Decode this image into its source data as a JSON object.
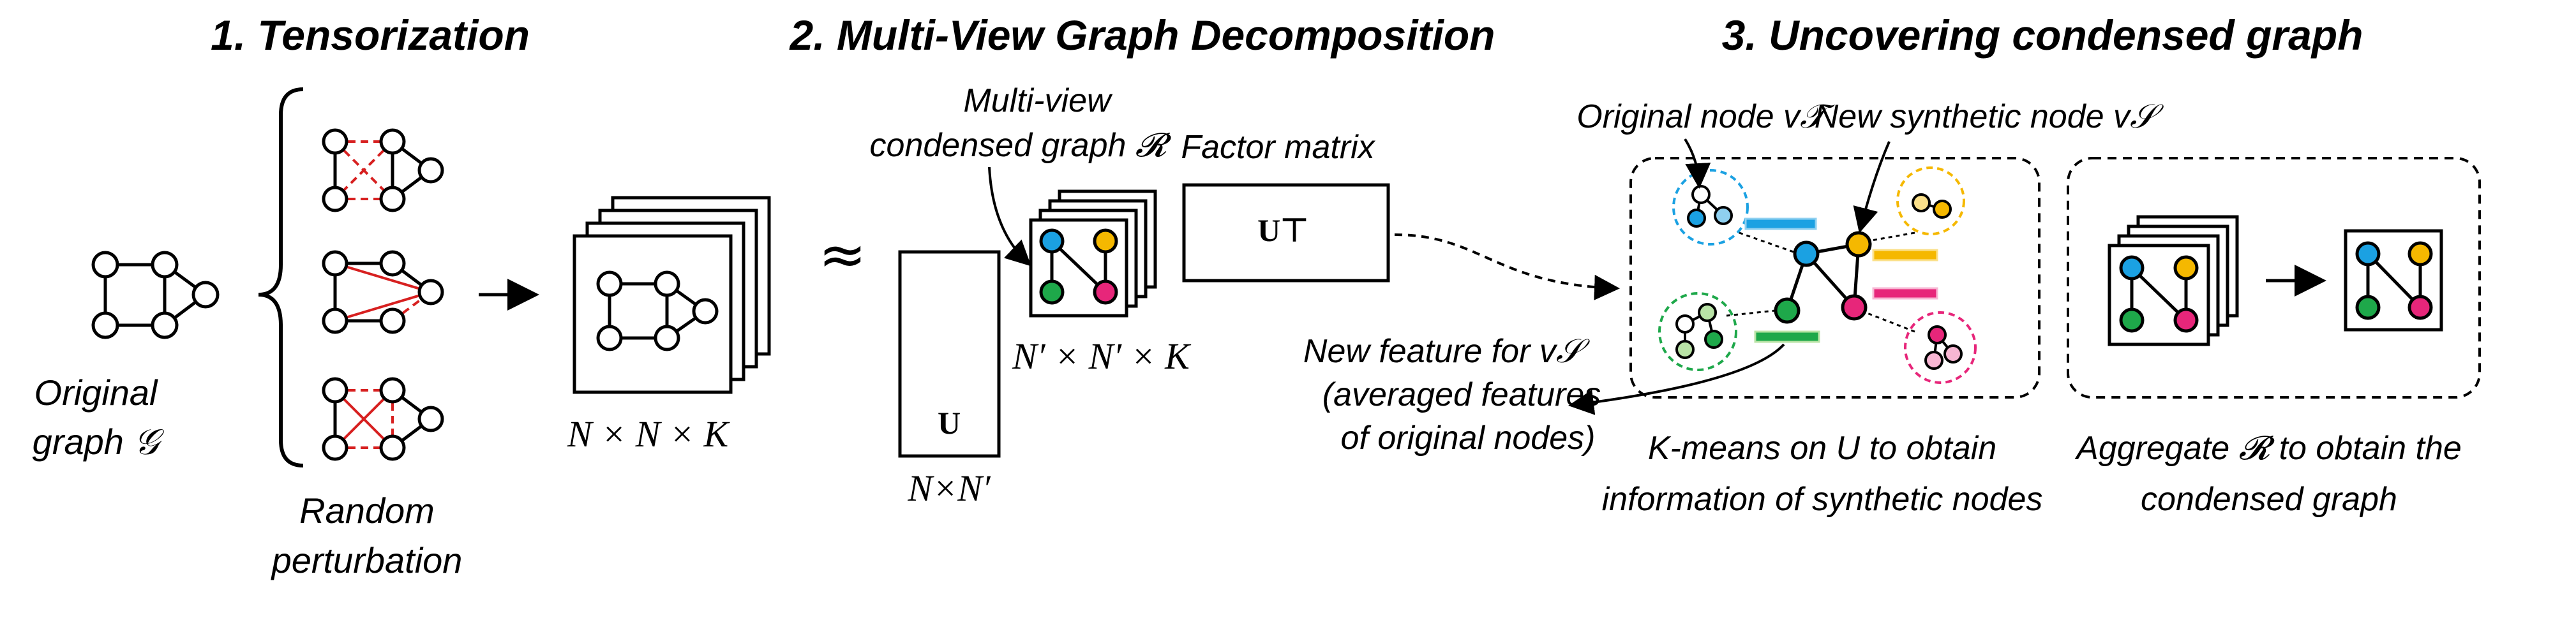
{
  "colors": {
    "red": "#d72020",
    "blue": "#1ba1e2",
    "yellow": "#f5b800",
    "green": "#1ea84a",
    "pink": "#e7267a",
    "light_blue": "#8fd0f0",
    "light_yellow": "#fbe08a",
    "light_green": "#b9e3a6",
    "light_pink": "#f7b6d3"
  },
  "icons": [
    "graph-icon",
    "curly-brace-icon",
    "arrow-icon",
    "approx-icon",
    "tensor-stack-icon"
  ],
  "step1": {
    "title": "1. Tensorization",
    "original_label_line1": "Original",
    "original_label_line2": "graph 𝒢",
    "random_label_line1": "Random",
    "random_label_line2": "perturbation",
    "tensor_dims": "N × N × K"
  },
  "step2": {
    "title": "2. Multi-View Graph Decomposition",
    "approx_symbol": "≈",
    "u_label": "U",
    "u_dims": "N×N′",
    "multiview_line1": "Multi-view",
    "multiview_line2": "condensed graph 𝓡",
    "r_dims": "N′ × N′ × K",
    "factor_label": "Factor matrix",
    "ut_label": "U⊤"
  },
  "step3": {
    "title": "3. Uncovering  condensed graph",
    "original_node_label": "Original node v𝒯",
    "synthetic_node_label": "New synthetic node v𝒮",
    "new_feature_line1": "New feature for v𝒮",
    "new_feature_line2": "(averaged features",
    "new_feature_line3": "of original nodes)",
    "kmeans_line1": "K-means on U to obtain",
    "kmeans_line2": "information of synthetic nodes",
    "aggregate_line1": "Aggregate 𝓡 to obtain the",
    "aggregate_line2": "condensed graph"
  }
}
